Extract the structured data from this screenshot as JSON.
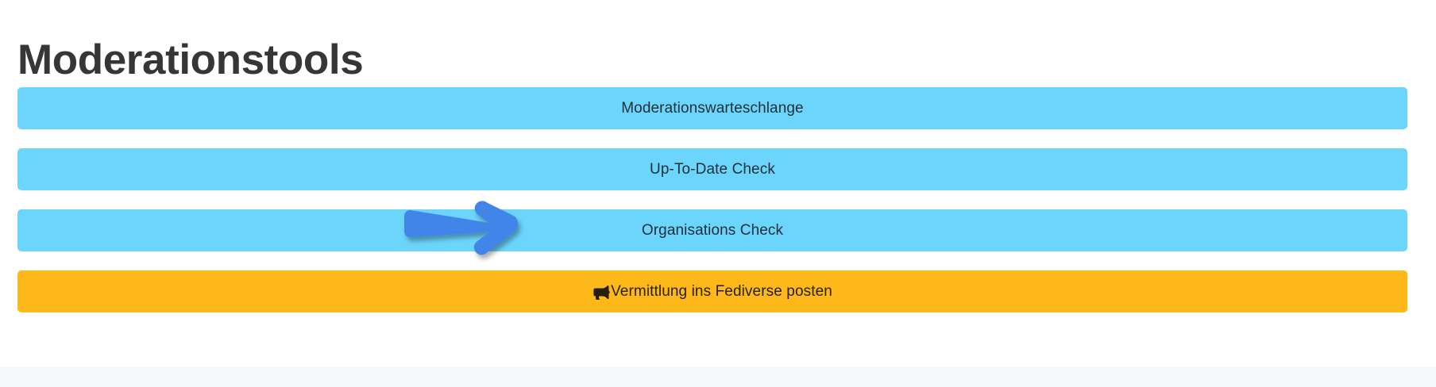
{
  "page": {
    "title": "Moderationstools",
    "title_color": "#363636",
    "background": "#ffffff"
  },
  "colors": {
    "info_background": "#6bd5fb",
    "info_text": "#1f2f38",
    "warning_background": "#ffb81a",
    "warning_text": "#231f0a",
    "annotation_arrow": "#4285e8",
    "footer_background": "#f7f8fa"
  },
  "buttons": [
    {
      "label": "Moderationswarteschlange",
      "style": "info",
      "icon": null
    },
    {
      "label": "Up-To-Date Check",
      "style": "info",
      "icon": null
    },
    {
      "label": "Organisations Check",
      "style": "info",
      "icon": null
    },
    {
      "label": "Vermittlung ins Fediverse posten",
      "style": "warning",
      "icon": "bullhorn-icon"
    }
  ],
  "annotation": {
    "type": "arrow",
    "icon": "arrow-right-icon",
    "points_to": "Organisations Check",
    "color": "#4285e8"
  }
}
